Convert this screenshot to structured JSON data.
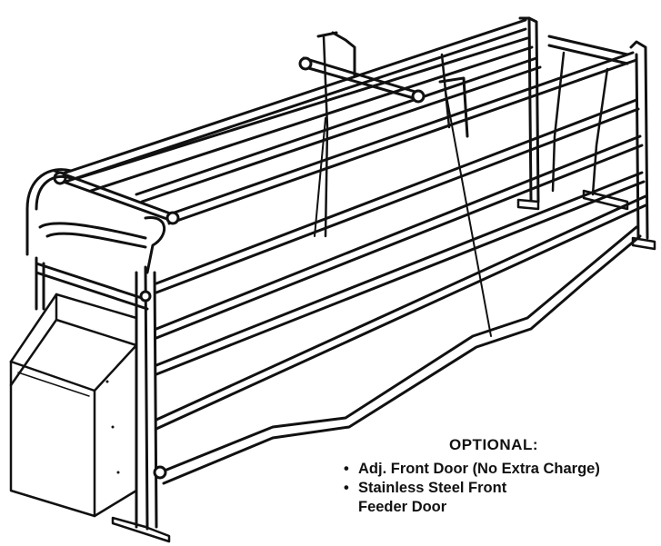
{
  "callout": {
    "heading": "OPTIONAL:",
    "items": [
      {
        "line1": "Adj. Front Door (No Extra Charge)",
        "line2": ""
      },
      {
        "line1": "Stainless Steel Front",
        "line2": "Feeder Door"
      }
    ]
  },
  "colors": {
    "ink": "#111111",
    "paper": "#ffffff"
  }
}
